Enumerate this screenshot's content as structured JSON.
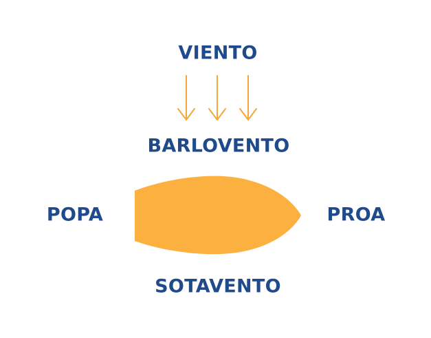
{
  "labels": {
    "wind": "VIENTO",
    "windward": "BARLOVENTO",
    "stern": "POPA",
    "bow": "PROA",
    "leeward": "SOTAVENTO"
  },
  "colors": {
    "text": "#1f4a8c",
    "hull": "#fbb040",
    "arrow": "#f3a839"
  },
  "icons": {
    "wind_arrows": "arrow-down-icon",
    "boat": "boat-hull-icon"
  }
}
